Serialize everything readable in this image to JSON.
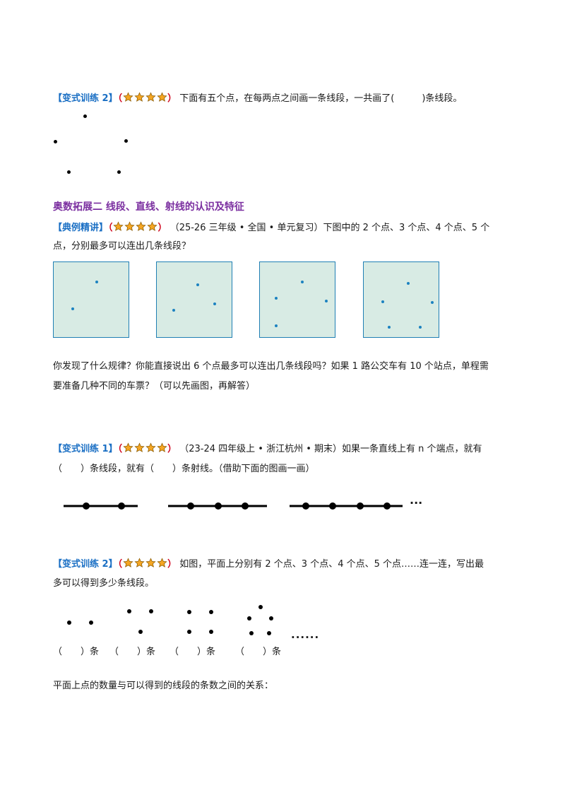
{
  "q1": {
    "tag": "【变式训练 2】",
    "paren_open": "（",
    "paren_close": "）",
    "text": "下面有五个点，在每两点之间画一条线段，一共画了(　　　)条线段。"
  },
  "section": {
    "title": "奥数拓展二  线段、直线、射线的认识及特征"
  },
  "example": {
    "tag": "【典例精讲】",
    "paren_open": "（",
    "paren_close": "）",
    "text_line1": "（25-26 三年级 • 全国 • 单元复习）下图中的 2 个点、3 个点、4 个点、5 个",
    "text_line2": "点，分别最多可以连出几条线段？",
    "followup_line1": "你发现了什么规律？你能直接说出 6 个点最多可以连出几条线段吗？如果 1 路公交车有 10 个站点，单程需",
    "followup_line2": "要准备几种不同的车票？（可以先画图，再解答）"
  },
  "q2": {
    "tag": "【变式训练 1】",
    "paren_open": "（",
    "paren_close": "）",
    "text_line1": "（23-24 四年级上 • 浙江杭州 • 期末）如果一条直线上有 n 个端点，就有",
    "text_line2": "（　　）条线段，就有（　　）条射线。（借助下面的图画一画）",
    "ellipsis": "···"
  },
  "q3": {
    "tag": "【变式训练 2】",
    "paren_open": "（",
    "paren_close": "）",
    "text_line1": "如图，平面上分别有 2 个点、3 个点、4 个点、5 个点……连一连，写出最",
    "text_line2": "多可以得到多少条线段。",
    "ellipsis": "······",
    "blanks": [
      "（　　）条",
      "（　　）条",
      "（　　）条",
      "（　　）条"
    ],
    "relation": "平面上点的数量与可以得到的线段的条数之间的关系："
  },
  "colors": {
    "tag": "#1a6fc4",
    "paren": "#d0021b",
    "section": "#7b2fa0",
    "box_fill": "#d8ebe4",
    "box_border": "#1f7fb4",
    "star": "#f5a623"
  },
  "difficulty_stars": 4
}
